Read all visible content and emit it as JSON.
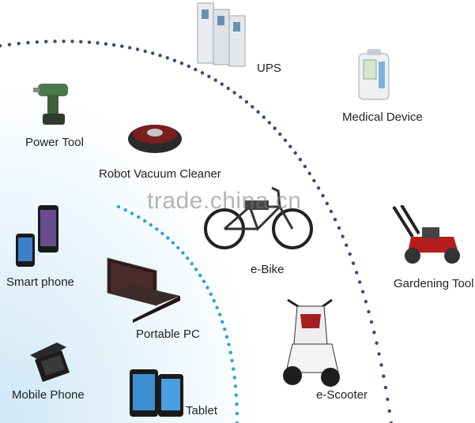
{
  "labels": {
    "ups": "UPS",
    "medical_device": "Medical Device",
    "power_tool": "Power Tool",
    "robot_vacuum": "Robot Vacuum Cleaner",
    "ebike": "e-Bike",
    "gardening_tool": "Gardening Tool",
    "smart_phone": "Smart phone",
    "portable_pc": "Portable PC",
    "escooter": "e-Scooter",
    "mobile_phone": "Mobile Phone",
    "tablet": "Tablet"
  },
  "watermark": "trade.china.cn",
  "colors": {
    "outer_dots": "#3b4a7a",
    "inner_dots": "#2aa4d6",
    "glow": "#d9eef9"
  }
}
